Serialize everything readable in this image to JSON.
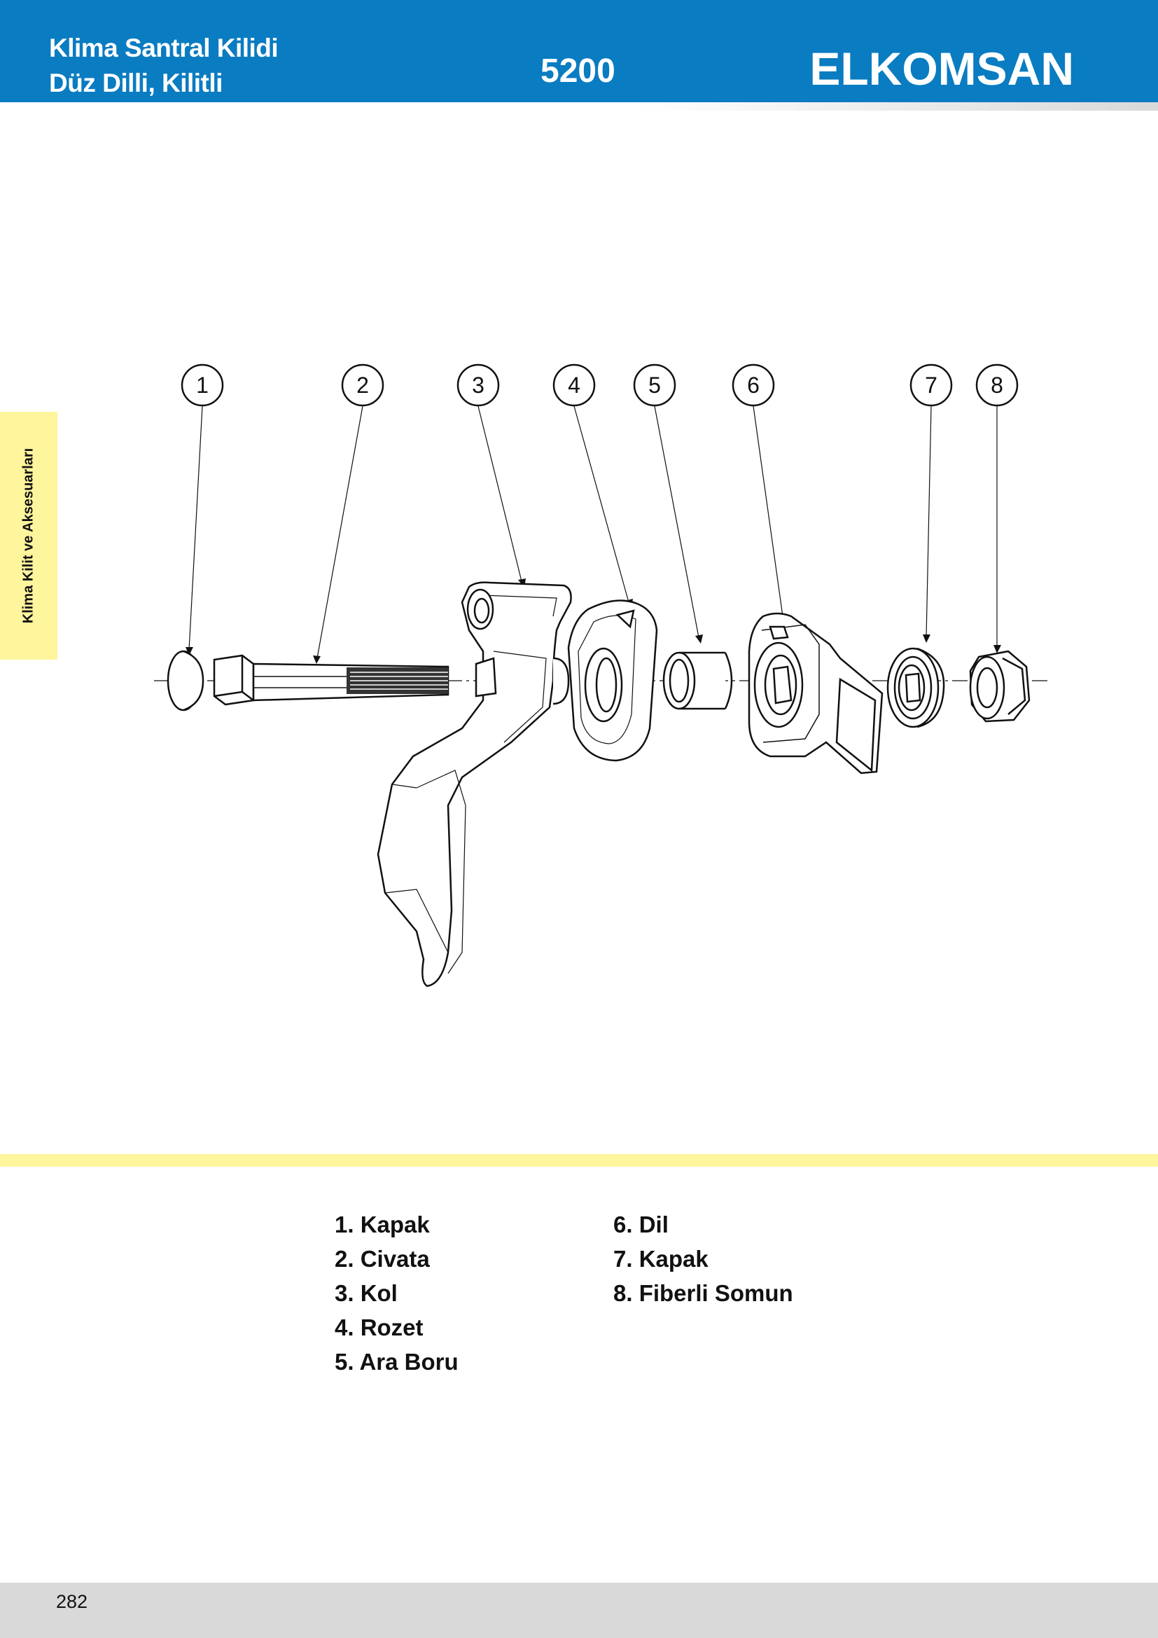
{
  "header": {
    "title_line1": "Klima Santral Kilidi",
    "title_line2": "Düz Dilli, Kilitli",
    "code": "5200",
    "brand": "ELKOMSAN"
  },
  "side_tab": {
    "label": "Klima Kilit ve Aksesuarları"
  },
  "diagram": {
    "callouts": [
      "1",
      "2",
      "3",
      "4",
      "5",
      "6",
      "7",
      "8"
    ]
  },
  "legend": {
    "left": [
      "1. Kapak",
      "2. Civata",
      "3. Kol",
      "4. Rozet",
      "5. Ara Boru"
    ],
    "right": [
      "6. Dil",
      "7. Kapak",
      "8. Fiberli Somun"
    ]
  },
  "footer": {
    "page_number": "282"
  },
  "colors": {
    "header_blue": "#0a7cc1",
    "accent_yellow": "#fff59d",
    "footer_gray": "#d9d9d9"
  }
}
